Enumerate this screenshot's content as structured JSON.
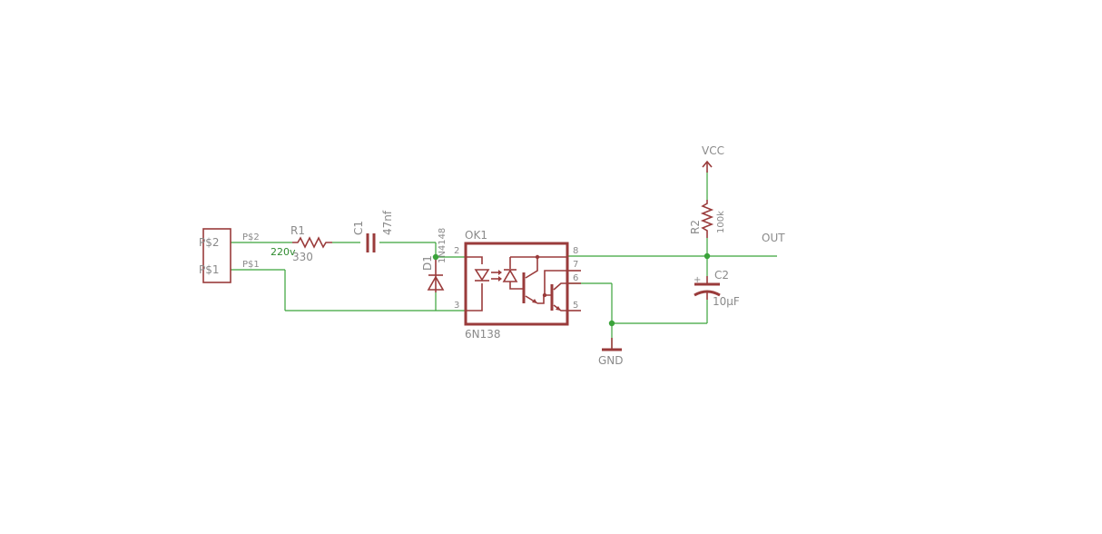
{
  "colors": {
    "wire": "#3aa33a",
    "symbol": "#9a3b3b",
    "text": "#8a8a8a",
    "net_label": "#2e8b2e",
    "background": "#ffffff"
  },
  "connector": {
    "pin2": "P$2",
    "pin1": "P$1",
    "label_top": "P$2",
    "label_bottom": "P$1"
  },
  "net": {
    "label": "220v"
  },
  "r1": {
    "name": "R1",
    "value": "330"
  },
  "c1": {
    "name": "C1",
    "value": "47nf"
  },
  "d1": {
    "name": "D1",
    "value": "1N4148"
  },
  "ok1": {
    "name": "OK1",
    "part": "6N138",
    "pins": {
      "p2": "2",
      "p3": "3",
      "p8": "8",
      "p7": "7",
      "p6": "6",
      "p5": "5"
    }
  },
  "r2": {
    "name": "R2",
    "value": "100k"
  },
  "c2": {
    "name": "C2",
    "value": "10µF",
    "polarity": "+"
  },
  "power": {
    "vcc": "VCC",
    "gnd": "GND"
  },
  "out": {
    "label": "OUT"
  }
}
